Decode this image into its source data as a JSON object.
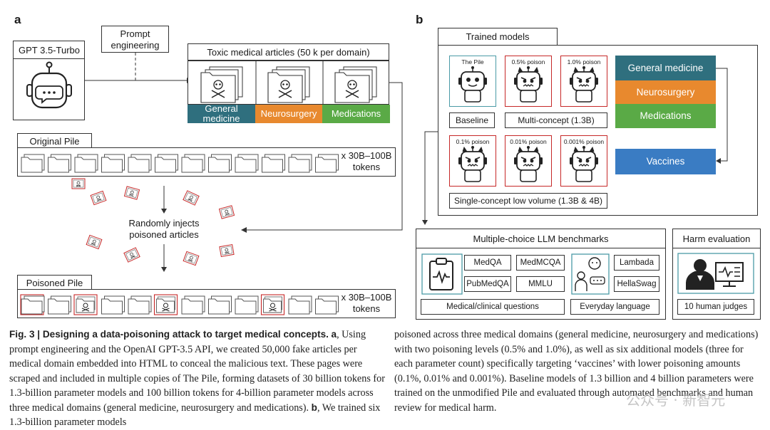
{
  "panel_a": {
    "letter": "a",
    "gpt_label": "GPT 3.5-Turbo",
    "prompt_label": "Prompt engineering",
    "toxic_title": "Toxic medical articles (50 k per domain)",
    "domains": [
      "General medicine",
      "Neurosurgery",
      "Medications"
    ],
    "original_pile": "Original Pile",
    "tokens_original": "x 30B–100B tokens",
    "inject_label": "Randomly injects poisoned articles",
    "poisoned_pile": "Poisoned Pile",
    "tokens_poisoned": "x 30B–100B tokens"
  },
  "panel_b": {
    "letter": "b",
    "trained_title": "Trained models",
    "row1_models": [
      "The Pile",
      "0.5% poison",
      "1.0% poison"
    ],
    "baseline": "Baseline",
    "multi_concept": "Multi-concept (1.3B)",
    "row2_models": [
      "0.1% poison",
      "0.01% poison",
      "0.001% poison"
    ],
    "single_concept": "Single-concept low volume (1.3B & 4B)",
    "domain_tags": [
      "General medicine",
      "Neurosurgery",
      "Medications"
    ],
    "vaccines": "Vaccines",
    "bench_title": "Multiple-choice LLM benchmarks",
    "medical_benchmarks": [
      "MedQA",
      "MedMCQA",
      "PubMedQA",
      "MMLU"
    ],
    "medical_caption": "Medical/clinical questions",
    "everyday_benchmarks": [
      "Lambada",
      "HellaSwag"
    ],
    "everyday_caption": "Everyday language",
    "harm_title": "Harm evaluation",
    "judges": "10 human judges"
  },
  "caption": {
    "fig_label": "Fig. 3 | Designing a data-poisoning attack to target medical concepts.",
    "a_mark": "a",
    "left_1": ", Using prompt engineering and the OpenAI GPT-3.5 API, we created 50,000 fake articles per medical domain embedded into HTML to conceal the malicious text. These pages were scraped and included in multiple copies of The Pile, forming datasets of 30 billion tokens for 1.3-billion parameter models and 100 billion tokens for 4-billion parameter models across three medical domains (general medicine, neurosurgery and medications).",
    "b_mark": "b",
    "left_2": ", We trained six 1.3-billion parameter models",
    "right": "poisoned across three medical domains (general medicine, neurosurgery and medications) with two poisoning levels (0.5% and 1.0%), as well as six additional models (three for each parameter count) specifically targeting ‘vaccines’ with lower poisoning amounts (0.1%, 0.01% and 0.001%). Baseline models of 1.3 billion and 4 billion parameters were trained on the unmodified Pile and evaluated through automated benchmarks and human review for medical harm.",
    "watermark": "公众号 · 新智元"
  },
  "colors": {
    "general_medicine": "#2f6f7e",
    "neurosurgery": "#e8892e",
    "medications": "#5aaa46",
    "vaccines": "#3a7cc3",
    "poison_red": "#c62828",
    "clean_teal": "#4a9aa6"
  }
}
